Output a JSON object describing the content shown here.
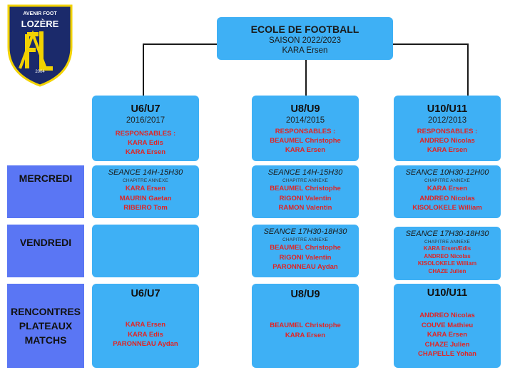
{
  "logo": {
    "top_text": "AVENIR FOOT",
    "name": "LOZÈRE",
    "monogram": "AFL",
    "year": "2004",
    "colors": {
      "navy": "#1b2a6b",
      "yellow": "#f2d200"
    }
  },
  "root": {
    "title": "ECOLE DE FOOTBALL",
    "season": "SAISON 2022/2023",
    "person": "KARA Ersen"
  },
  "rows": {
    "mercredi": "MERCREDI",
    "vendredi": "VENDREDI",
    "rencontres": [
      "RENCONTRES",
      "PLATEAUX",
      "MATCHS"
    ]
  },
  "columns": [
    {
      "title": "U6/U7",
      "years": "2016/2017",
      "resp_label": "RESPONSABLES :",
      "responsables": [
        "KARA Edis",
        "KARA Ersen"
      ],
      "mercredi": {
        "seance": "SEANCE 14H-15H30",
        "annexe": "CHAPITRE ANNEXE",
        "people": [
          "KARA Ersen",
          "MAURIN Gaetan",
          "RIBEIRO Tom"
        ]
      },
      "match": {
        "title": "U6/U7",
        "people": [
          "KARA Ersen",
          "KARA Edis",
          "PARONNEAU Aydan"
        ]
      }
    },
    {
      "title": "U8/U9",
      "years": "2014/2015",
      "resp_label": "RESPONSABLES :",
      "responsables": [
        "BEAUMEL Christophe",
        "KARA Ersen"
      ],
      "mercredi": {
        "seance": "SEANCE 14H-15H30",
        "annexe": "CHAPITRE ANNEXE",
        "people": [
          "BEAUMEL Christophe",
          "RIGONI Valentin",
          "RAMON Valentin"
        ]
      },
      "vendredi": {
        "seance": "SEANCE 17H30-18H30",
        "annexe": "CHAPITRE ANNEXE",
        "people": [
          "BEAUMEL Christophe",
          "RIGONI Valentin",
          "PARONNEAU Aydan"
        ]
      },
      "match": {
        "title": "U8/U9",
        "people": [
          "BEAUMEL Christophe",
          "KARA Ersen"
        ]
      }
    },
    {
      "title": "U10/U11",
      "years": "2012/2013",
      "resp_label": "RESPONSABLES :",
      "responsables": [
        "ANDREO Nicolas",
        "KARA Ersen"
      ],
      "mercredi": {
        "seance": "SEANCE 10H30-12H00",
        "annexe": "CHAPITRE ANNEXE",
        "people": [
          "KARA Ersen",
          "ANDREO Nicolas",
          "KISOLOKELE William"
        ]
      },
      "vendredi": {
        "seance": "SEANCE 17H30-18H30",
        "annexe": "CHAPITRE ANNEXE",
        "people": [
          "KARA Ersen/Edis",
          "ANDREO Nicolas",
          "KISOLOKELE William",
          "CHAZE Julien"
        ]
      },
      "match": {
        "title": "U10/U11",
        "people": [
          "ANDREO Nicolas",
          "COUVE Mathieu",
          "KARA Ersen",
          "CHAZE Julien",
          "CHAPELLE Yohan"
        ]
      }
    }
  ]
}
